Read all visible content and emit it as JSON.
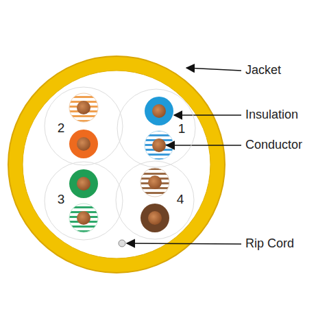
{
  "diagram": {
    "nodes": [
      {
        "text": [
          "2"
        ]
      },
      {
        "text": [
          "1"
        ]
      },
      {
        "text": [
          "3"
        ]
      },
      {
        "text": [
          "4"
        ]
      }
    ],
    "labels": [
      "Jacket",
      "Insulation",
      "Conductor",
      "Rip Cord"
    ]
  }
}
